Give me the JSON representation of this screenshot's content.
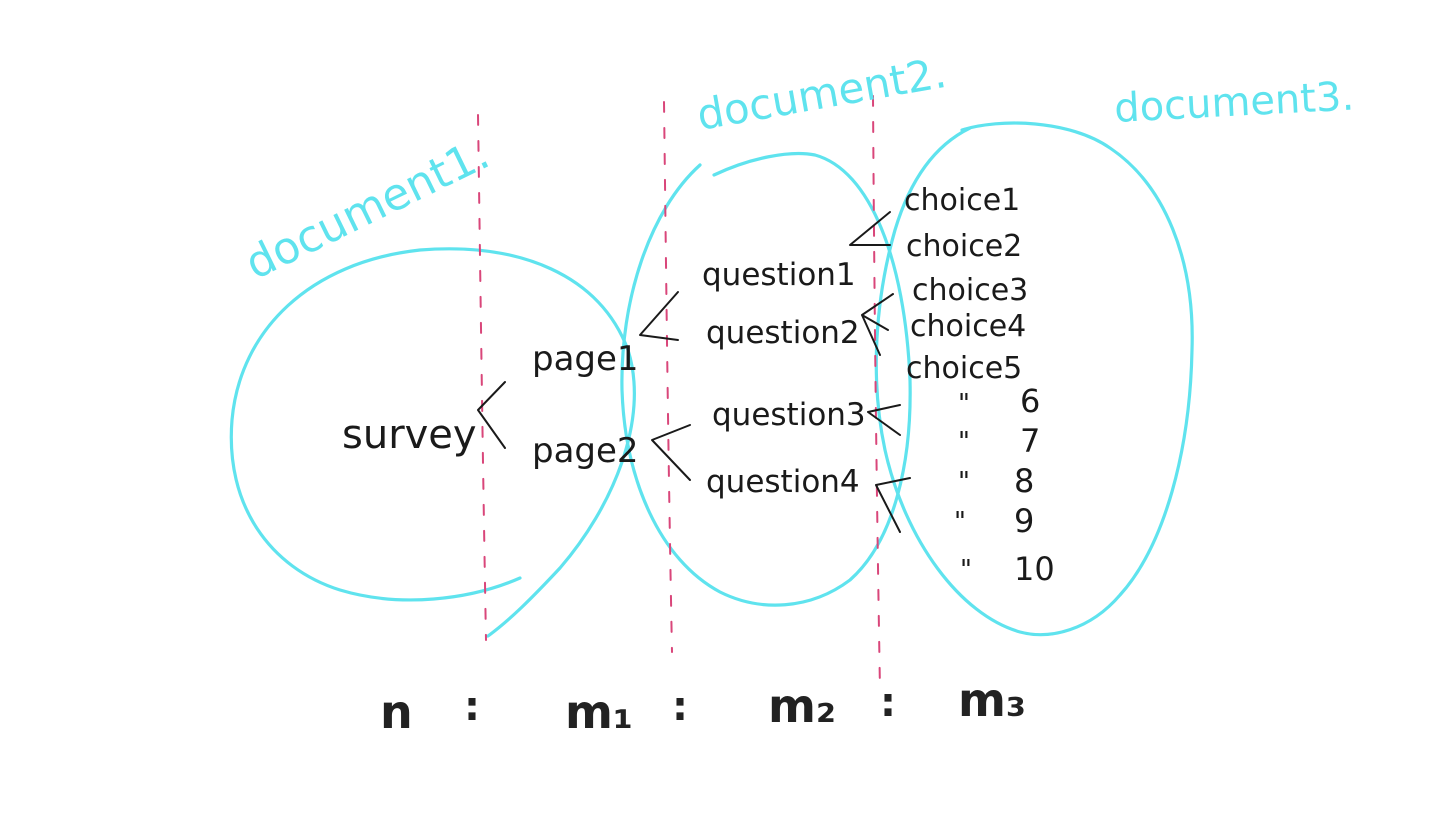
{
  "colors": {
    "document": "#5fe3ee",
    "divider": "#d9467a",
    "ink": "#1a1a1a"
  },
  "documents": [
    "document1.",
    "document2.",
    "document3."
  ],
  "nodes": {
    "survey": "survey",
    "pages": [
      "page1",
      "page2"
    ],
    "questions": [
      "question1",
      "question2",
      "question3",
      "question4"
    ],
    "choices": [
      "choice1",
      "choice2",
      "choice3",
      "choice4",
      "choice5"
    ],
    "ditto_choices": [
      {
        "mark": "\"",
        "num": "6"
      },
      {
        "mark": "\"",
        "num": "7"
      },
      {
        "mark": "\"",
        "num": "8"
      },
      {
        "mark": "\"",
        "num": "9"
      },
      {
        "mark": "\"",
        "num": "10"
      }
    ]
  },
  "ratio": {
    "n": "n",
    "m1": "m₁",
    "m2": "m₂",
    "m3": "m₃",
    "sep": ":"
  }
}
